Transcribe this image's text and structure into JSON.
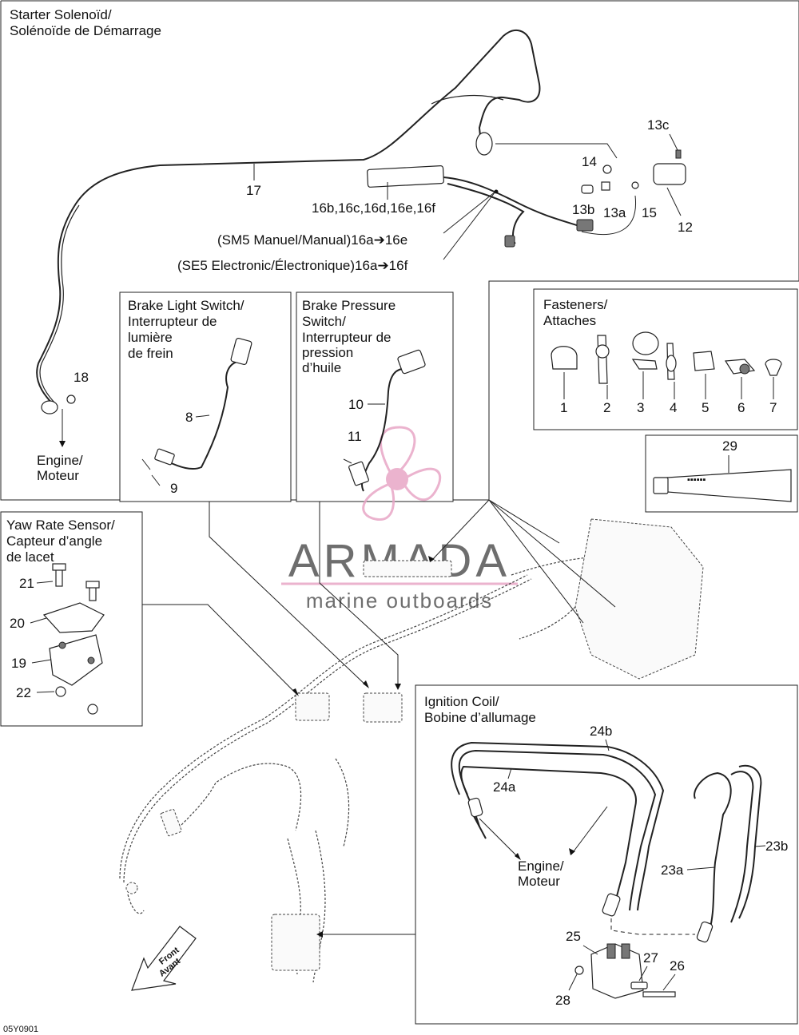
{
  "titles": {
    "starter_solenoid": [
      "Starter Solenoïd/",
      "Solénoïde de Démarrage"
    ],
    "brake_light_switch": [
      "Brake Light Switch/",
      "Interrupteur de",
      "lumière",
      "de frein"
    ],
    "brake_pressure_switch": [
      "Brake Pressure",
      "Switch/",
      "Interrupteur de",
      "pression",
      "d’huile"
    ],
    "fasteners": [
      "Fasteners/",
      "Attaches"
    ],
    "yaw_rate_sensor": [
      "Yaw Rate Sensor/",
      "Capteur d’angle",
      "de lacet"
    ],
    "ignition_coil": [
      "Ignition Coil/",
      "Bobine d’allumage"
    ],
    "engine_top": [
      "Engine/",
      "Moteur"
    ],
    "engine_coil": [
      "Engine/",
      "Moteur"
    ]
  },
  "callouts": {
    "p1": "1",
    "p2": "2",
    "p3": "3",
    "p4": "4",
    "p5": "5",
    "p6": "6",
    "p7": "7",
    "p8": "8",
    "p9": "9",
    "p10": "10",
    "p11": "11",
    "p12": "12",
    "p13a": "13a",
    "p13b": "13b",
    "p13c": "13c",
    "p14": "14",
    "p15": "15",
    "p16group": "16b,16c,16d,16e,16f",
    "p17": "17",
    "p18": "18",
    "p19": "19",
    "p20": "20",
    "p21": "21",
    "p22": "22",
    "p23a": "23a",
    "p23b": "23b",
    "p24a": "24a",
    "p24b": "24b",
    "p25": "25",
    "p26": "26",
    "p27": "27",
    "p28": "28",
    "p29": "29"
  },
  "variants": {
    "sm5": "(SM5 Manuel/Manual)16a➔16e",
    "se5": "(SE5 Electronic/Électronique)16a➔16f"
  },
  "front_label": [
    "Front",
    "Avant"
  ],
  "figure_code": "05Y0901",
  "watermark": {
    "brand": "ARMADA",
    "tagline": "marine outboards",
    "accent_color": "#e8a6c6"
  }
}
